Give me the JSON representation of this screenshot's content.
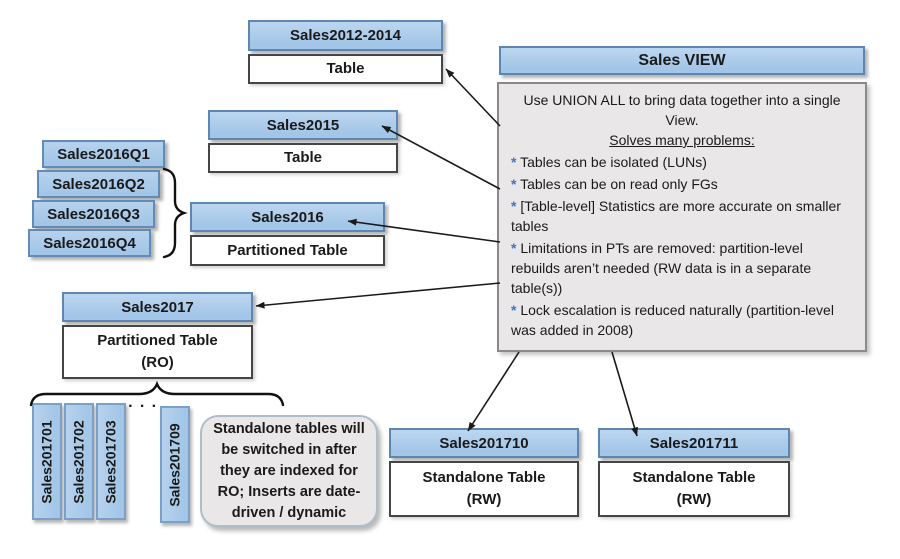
{
  "view": {
    "title": "Sales VIEW",
    "intro": "Use UNION ALL to bring data together into a single View.",
    "solves_heading": "Solves many problems:",
    "bullet_star": "*",
    "bullets": [
      "Tables can be isolated (LUNs)",
      "Tables can be on read only FGs",
      "[Table-level] Statistics are more accurate on smaller tables",
      "Limitations in PTs are removed: partition-level rebuilds aren’t needed (RW data is in a separate table(s))",
      "Lock escalation is reduced naturally (partition-level was added in 2008)"
    ]
  },
  "boxes": {
    "s2012_2014": {
      "title": "Sales2012-2014",
      "type": "Table"
    },
    "s2015": {
      "title": "Sales2015",
      "type": "Table"
    },
    "s2016": {
      "title": "Sales2016",
      "type": "Partitioned Table"
    },
    "s2017": {
      "title": "Sales2017",
      "type": "Partitioned Table",
      "mode": "(RO)"
    },
    "s201710": {
      "title": "Sales201710",
      "type": "Standalone Table",
      "mode": "(RW)"
    },
    "s201711": {
      "title": "Sales201711",
      "type": "Standalone Table",
      "mode": "(RW)"
    }
  },
  "quarter_stack": [
    "Sales2016Q1",
    "Sales2016Q2",
    "Sales2016Q3",
    "Sales2016Q4"
  ],
  "month_stack": [
    "Sales201701",
    "Sales201702",
    "Sales201703",
    "Sales201709"
  ],
  "month_ellipsis": "· · ·",
  "callout": {
    "text": "Standalone tables will be switched in after they are indexed for RO; Inserts are date-driven / dynamic"
  },
  "colors": {
    "header_fill": "#A9C9E9",
    "header_border": "#5D87B0",
    "body_border": "#454545",
    "panel_fill": "#E9E7E8",
    "panel_border": "#8A8A8A",
    "bullet_star": "#4472C4",
    "arrow": "#1A1A1A"
  }
}
